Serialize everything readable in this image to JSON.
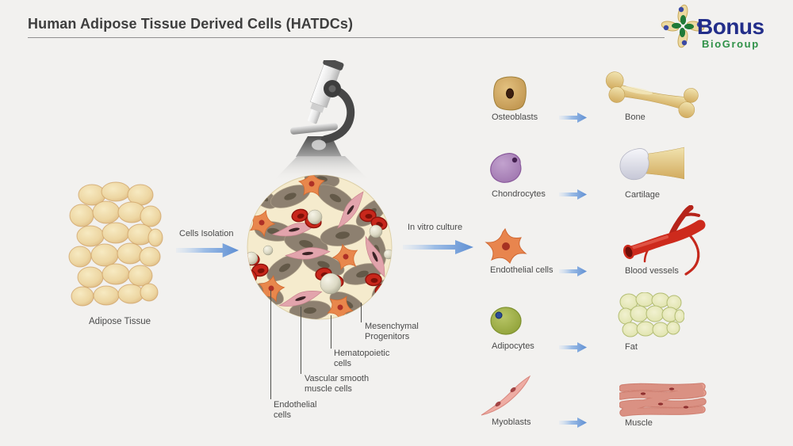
{
  "header": {
    "title": "Human Adipose Tissue Derived Cells (HATDCs)"
  },
  "logo": {
    "brand": "Bonus",
    "brand_sub": "BioGroup"
  },
  "pipeline": {
    "source": {
      "label": "Adipose Tissue"
    },
    "isolation_arrow": {
      "label": "Cells Isolation"
    },
    "culture_arrow": {
      "label": "In vitro culture"
    },
    "microscope_callouts": [
      {
        "label": "Mesenchymal\nProgenitors"
      },
      {
        "label": "Hematopoietic\ncells"
      },
      {
        "label": "Vascular smooth\nmuscle cells"
      },
      {
        "label": "Endothelial\ncells"
      }
    ]
  },
  "differentiation_rows": [
    {
      "cell": "Osteoblasts",
      "tissue": "Bone"
    },
    {
      "cell": "Chondrocytes",
      "tissue": "Cartilage"
    },
    {
      "cell": "Endothelial cells",
      "tissue": "Blood vessels"
    },
    {
      "cell": "Adipocytes",
      "tissue": "Fat"
    },
    {
      "cell": "Myoblasts",
      "tissue": "Muscle"
    }
  ],
  "colors": {
    "background": "#f2f1ef",
    "title_text": "#3e3e3e",
    "label_text": "#4a4a4a",
    "arrow_blue": "#5f8fd3",
    "logo_blue": "#232e8a",
    "logo_green": "#2e9147",
    "circle_background": "#f5ebcd",
    "stromal_cell": "#8d8070",
    "red_blood_cell": "#c8271b",
    "smooth_muscle_cell": "#e2a4ac",
    "endothelial_cell": "#e8854e"
  }
}
